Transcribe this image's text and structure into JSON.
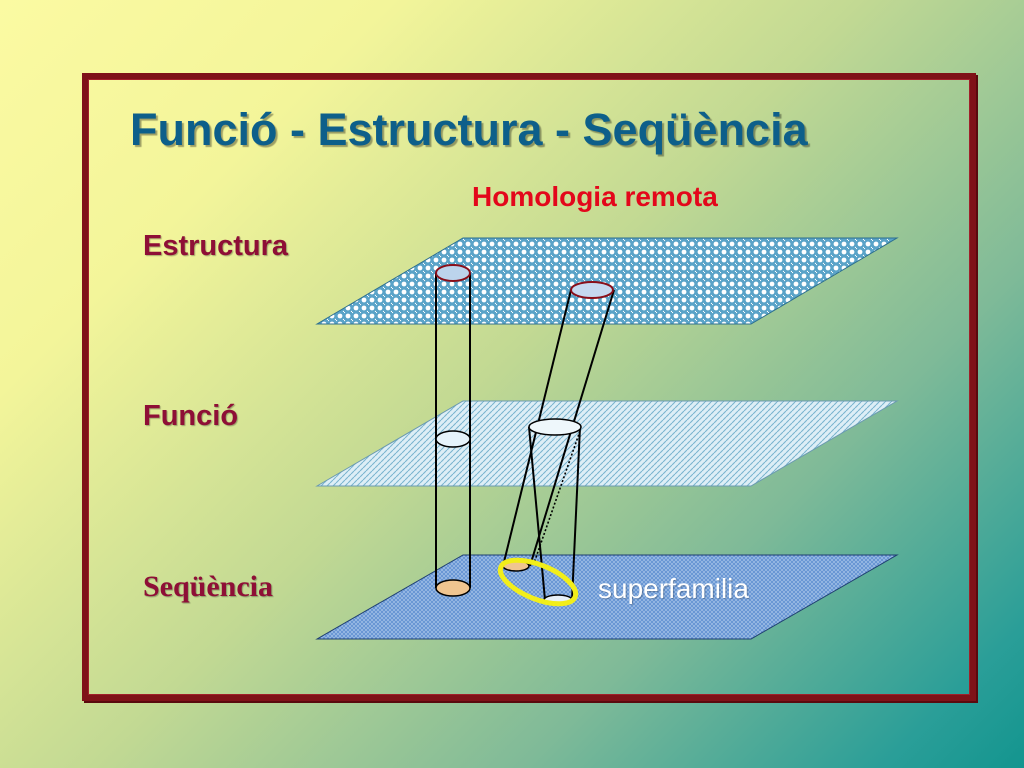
{
  "slide": {
    "title": "Funció - Estructura - Seqüència",
    "subtitle": "Homologia remota",
    "layers": {
      "estructura": "Estructura",
      "funcio": "Funció",
      "sequencia": "Seqüència"
    },
    "annotation": "superfamilia"
  },
  "colors": {
    "frame": "#7f1218",
    "title": "#0d5f8a",
    "subtitle": "#e3071b",
    "layer_label": "#8e0f36",
    "highlight_ring": "#f2ee1a"
  }
}
